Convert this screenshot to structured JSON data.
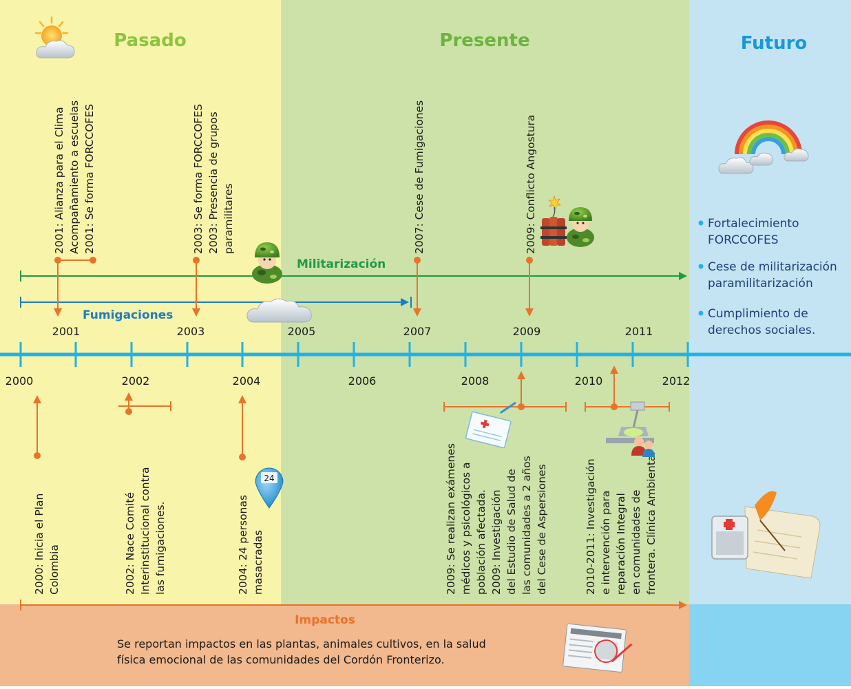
{
  "colors": {
    "pasado_bg": "#f8f4aa",
    "presente_bg": "#cde2a8",
    "futuro_bg": "#c4e4f4",
    "impactos_bg": "#f2b88e",
    "impactos_futuro_bg": "#86d3f2",
    "timeline": "#20b2e6",
    "militarizacion": "#1f9a48",
    "fumigaciones": "#1b7ec4",
    "events": "#e8732a",
    "pasado_title": "#8cc43f",
    "presente_title": "#6cb33f",
    "futuro_title": "#1a97d5",
    "impactos_title": "#e8732a"
  },
  "periods": {
    "pasado": "Pasado",
    "presente": "Presente",
    "futuro": "Futuro"
  },
  "lines": {
    "militarizacion": "Militarización",
    "fumigaciones": "Fumigaciones"
  },
  "years_top": [
    "2001",
    "2003",
    "2005",
    "2007",
    "2009",
    "2011"
  ],
  "years_bottom": [
    "2000",
    "2002",
    "2004",
    "2006",
    "2008",
    "2010",
    "2012"
  ],
  "events_top": [
    {
      "lines": [
        "2001: Alianza para el Clima",
        "Acompañamiento a escuelas",
        "2001: Se forma FORCCOFES"
      ]
    },
    {
      "lines": [
        "2003: Se forma FORCCOFES",
        "2003: Presencia de grupos",
        "paramilitares"
      ]
    },
    {
      "lines": [
        "2007: Cese de Fumigaciones"
      ]
    },
    {
      "lines": [
        "2009: Conflicto Angostura"
      ]
    }
  ],
  "events_bottom": [
    {
      "lines": [
        "2000: Inicia el Plan",
        "Colombia"
      ]
    },
    {
      "lines": [
        "2002: Nace Comité",
        "Interinstitucional contra",
        "las fumigaciones."
      ]
    },
    {
      "lines": [
        "2004: 24 personas",
        "masacradas"
      ]
    },
    {
      "lines": [
        "2009: Se realizan exámenes",
        "médicos y psicológicos a",
        "población afectada.",
        "2009: Investigación",
        "del Estudio de Salud de",
        "las comunidades a 2 años",
        "del Cese de Aspersiones"
      ]
    },
    {
      "lines": [
        "2010-2011: Investigación",
        "e intervención para",
        "reparación Integral",
        "en comunidades de",
        "frontera. Clínica Ambiental"
      ]
    }
  ],
  "calendar_badge": "24",
  "futuro_items": [
    {
      "lines": [
        "Fortalecimiento",
        "FORCCOFES"
      ]
    },
    {
      "lines": [
        "Cese de militarización",
        "paramilitarización"
      ]
    },
    {
      "lines": [
        "Cumplimiento de",
        "derechos sociales."
      ]
    }
  ],
  "impactos": {
    "title": "Impactos",
    "lines": [
      "Se reportan impactos en las plantas, animales cultivos, en la salud",
      "física emocional de las comunidades del Cordón Fronterizo."
    ]
  },
  "icons": [
    "sun-cloud-icon",
    "soldier-icon",
    "cloud-icon",
    "dynamite-soldier-icon",
    "rainbow-icon",
    "medical-form-icon",
    "lab-scientist-icon",
    "calendar-pin-icon",
    "medkit-document-icon",
    "newspaper-icon"
  ]
}
